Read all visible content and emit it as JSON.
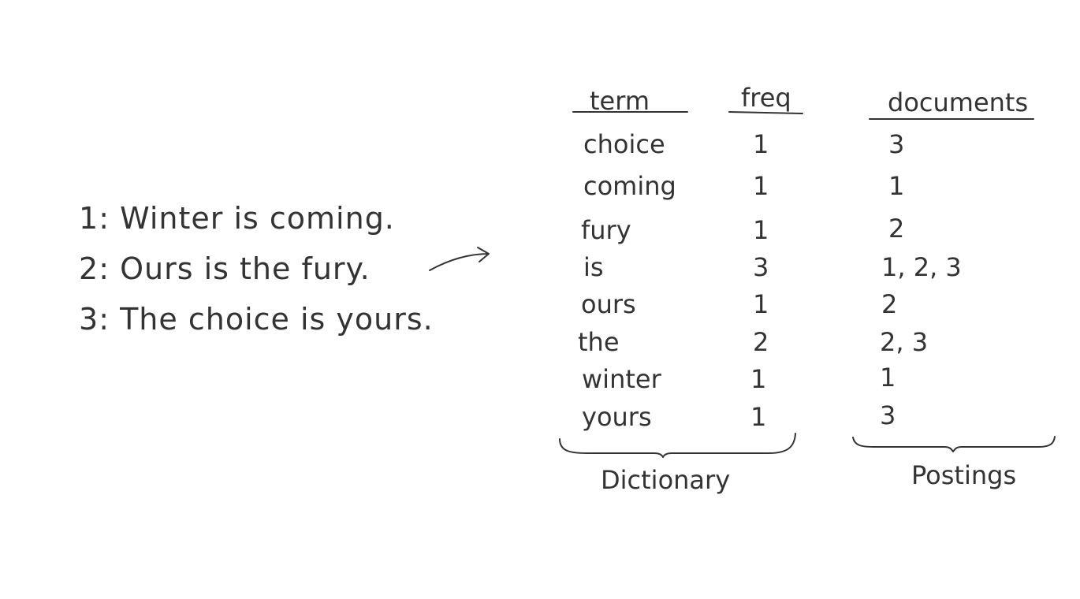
{
  "documents": [
    {
      "id": "1",
      "text": "Winter is coming."
    },
    {
      "id": "2",
      "text": "Ours is the fury."
    },
    {
      "id": "3",
      "text": "The choice is yours."
    }
  ],
  "headers": {
    "term": "term",
    "freq": "freq",
    "documents": "documents"
  },
  "rows": [
    {
      "term": "choice",
      "freq": "1",
      "docs": "3"
    },
    {
      "term": "coming",
      "freq": "1",
      "docs": "1"
    },
    {
      "term": "fury",
      "freq": "1",
      "docs": "2"
    },
    {
      "term": "is",
      "freq": "3",
      "docs": "1, 2, 3"
    },
    {
      "term": "ours",
      "freq": "1",
      "docs": "2"
    },
    {
      "term": "the",
      "freq": "2",
      "docs": "2, 3"
    },
    {
      "term": "winter",
      "freq": "1",
      "docs": "1"
    },
    {
      "term": "yours",
      "freq": "1",
      "docs": "3"
    }
  ],
  "labels": {
    "dictionary": "Dictionary",
    "postings": "Postings"
  }
}
